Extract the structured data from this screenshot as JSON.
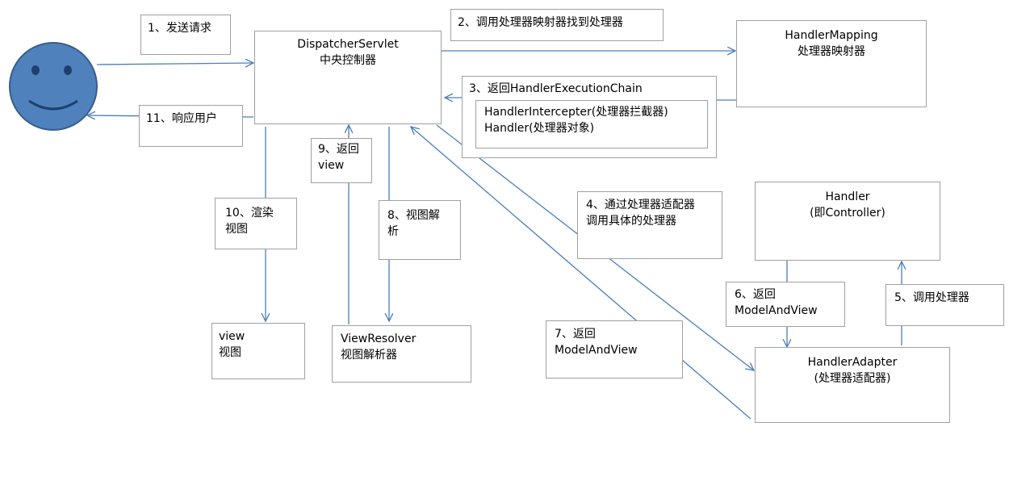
{
  "user": {
    "icon": "smiley-face-icon"
  },
  "colors": {
    "arrow": "#4a7ebb",
    "face_fill": "#4f81bd",
    "face_stroke": "#385d8a",
    "face_features": "#1f3f6b",
    "box_border": "#a0a0a0"
  },
  "nodes": {
    "dispatcher": {
      "line1": "DispatcherServlet",
      "line2": "中央控制器"
    },
    "handler_mapping": {
      "line1": "HandlerMapping",
      "line2": "处理器映射器"
    },
    "execution_chain": {
      "title": "3、返回HandlerExecutionChain",
      "line1": "HandlerIntercepter(处理器拦截器)",
      "line2": "Handler(处理器对象)"
    },
    "handler": {
      "line1": "Handler",
      "line2": "(即Controller)"
    },
    "handler_adapter": {
      "line1": "HandlerAdapter",
      "line2": "(处理器适配器)"
    },
    "view_resolver": {
      "line1": "ViewResolver",
      "line2": "视图解析器"
    },
    "view": {
      "line1": "view",
      "line2": "视图"
    }
  },
  "steps": {
    "s1": {
      "line1": "1、发送请求"
    },
    "s2": {
      "line1": "2、调用处理器映射器找到处理器"
    },
    "s4": {
      "line1": "4、通过处理器适配器",
      "line2": "调用具体的处理器"
    },
    "s5": {
      "line1": "5、调用处理器"
    },
    "s6": {
      "line1": "6、返回",
      "line2": "ModelAndView"
    },
    "s7": {
      "line1": "7、返回",
      "line2": "ModelAndView"
    },
    "s8": {
      "line1": "8、视图解",
      "line2": "析"
    },
    "s9": {
      "line1": "9、返回",
      "line2": "view"
    },
    "s10": {
      "line1": "10、渲染",
      "line2": "视图"
    },
    "s11": {
      "line1": "11、响应用户"
    }
  }
}
